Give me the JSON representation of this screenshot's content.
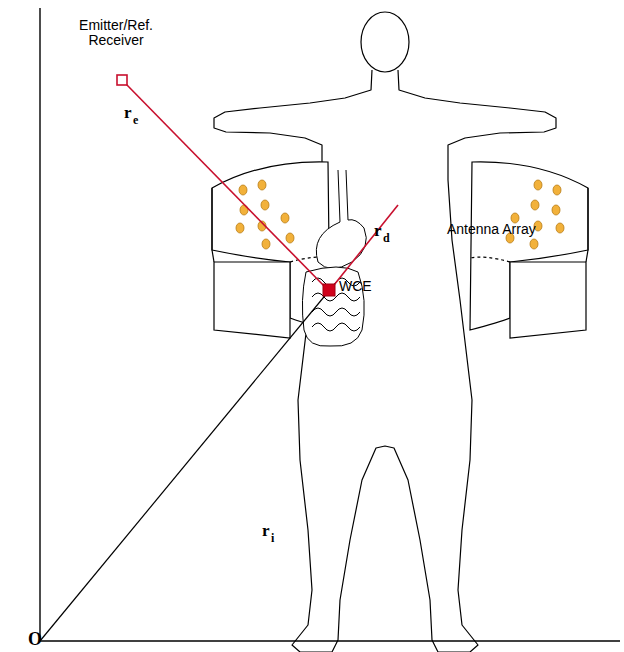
{
  "diagram": {
    "labels": [
      "Emitter/Ref. Receiver",
      "r",
      "e",
      "Antenna Array",
      "r",
      "d",
      "WCE",
      "r",
      "i",
      "O"
    ]
  }
}
